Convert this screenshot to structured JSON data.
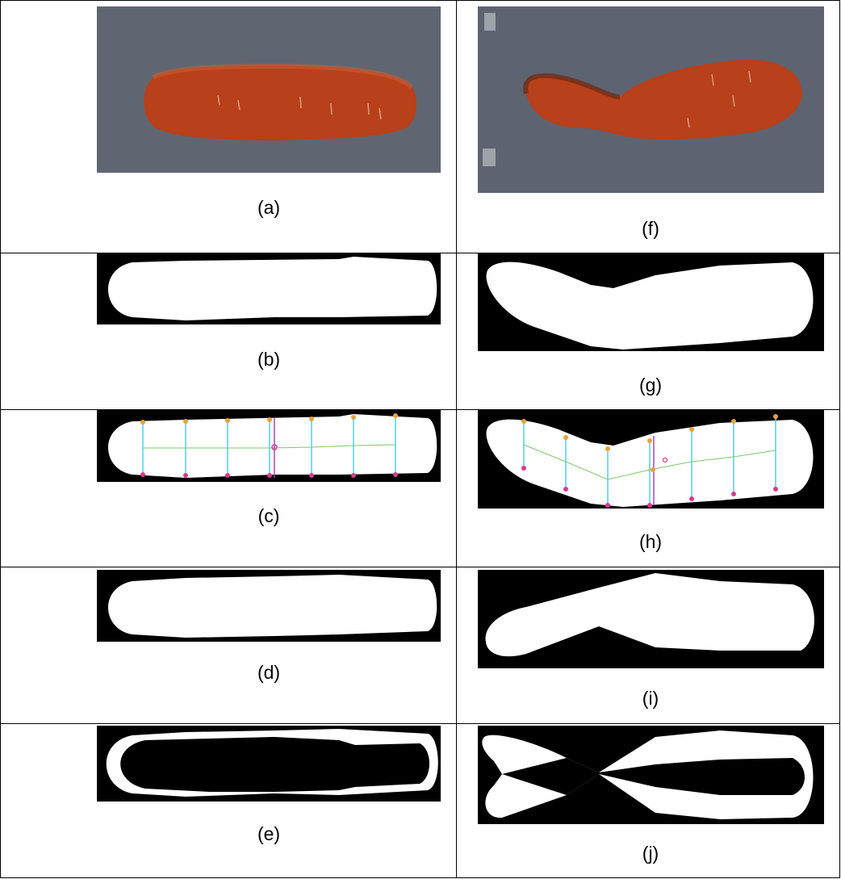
{
  "figure": {
    "captions": {
      "a": "(a)",
      "b": "(b)",
      "c": "(c)",
      "d": "(d)",
      "e": "(e)",
      "f": "(f)",
      "g": "(g)",
      "h": "(h)",
      "i": "(i)",
      "j": "(j)"
    },
    "colors": {
      "carrot": "#b8401a",
      "background_photo": "#5e6470",
      "mask_fg": "#ffffff",
      "mask_bg": "#000000",
      "cross_line": "#4fd0e4",
      "axis_line": "#7ec86e",
      "top_point": "#e8a23a",
      "bottom_point": "#d63a90",
      "split_line": "#b040c0"
    }
  }
}
